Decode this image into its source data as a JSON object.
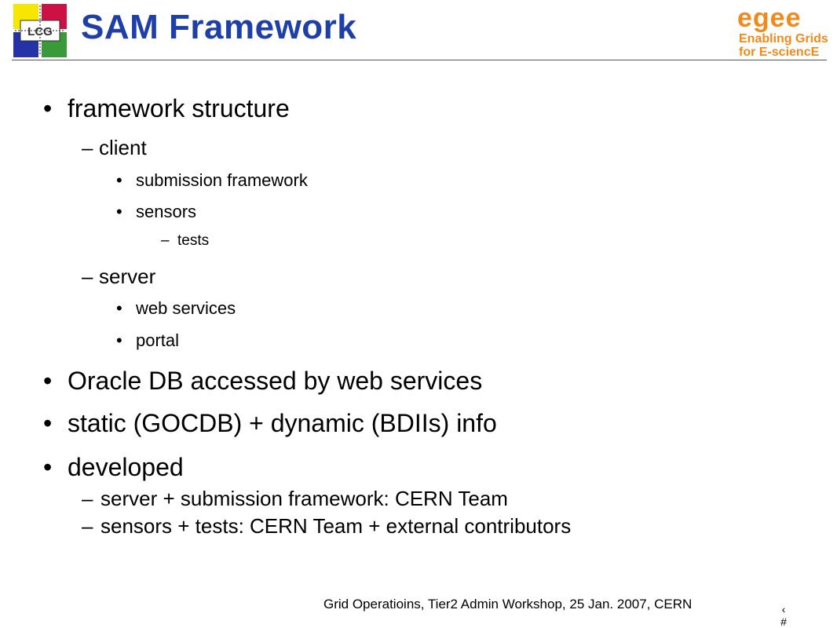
{
  "header": {
    "title": "SAM Framework",
    "lcg_logo_text": "LCG",
    "egee_logo": {
      "brand": "egee",
      "line1": "Enabling Grids",
      "line2": "for E-sciencE"
    }
  },
  "bullets": {
    "b1": "framework structure",
    "b1_1": "client",
    "b1_1_1": "submission framework",
    "b1_1_2": "sensors",
    "b1_1_2_1": "tests",
    "b1_2": "server",
    "b1_2_1": "web services",
    "b1_2_2": "portal",
    "b2": "Oracle DB accessed by web services",
    "b3": "static (GOCDB) + dynamic (BDIIs) info",
    "b4": "developed",
    "b4_1": "server + submission framework: CERN Team",
    "b4_2": "sensors + tests: CERN Team + external contributors"
  },
  "markers": {
    "bullet": "•",
    "dash": "–"
  },
  "footer": {
    "text": "Grid Operatioins, Tier2 Admin Workshop, 25 Jan. 2007, CERN",
    "slide_number_top": "‹",
    "slide_number_bottom": "#"
  },
  "colors": {
    "title": "#1f3fa8",
    "egee_orange": "#f08a1c",
    "egee_blue": "#1f3fa8",
    "lcg_yellow": "#f7e600",
    "lcg_red": "#cc1144",
    "lcg_blue": "#2433a8",
    "lcg_green": "#3a9a3a"
  }
}
